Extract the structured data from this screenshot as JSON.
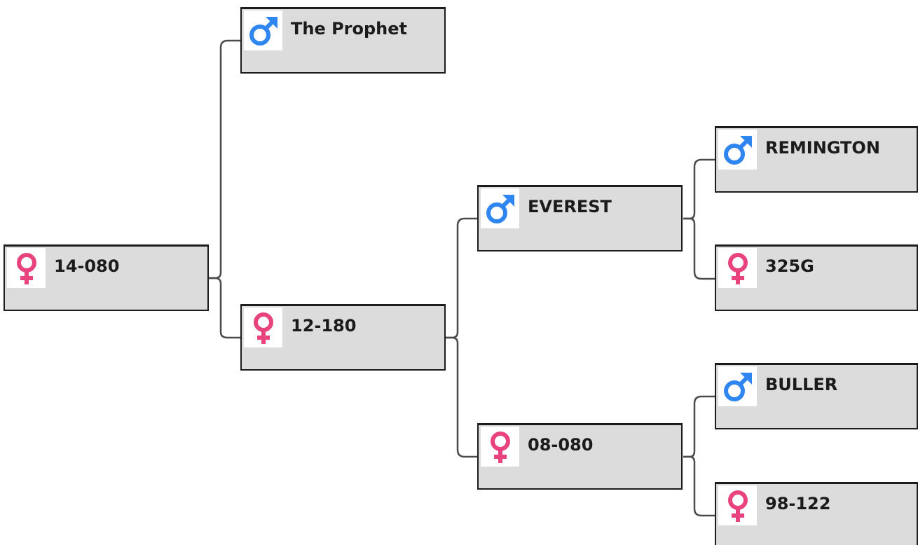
{
  "pedigree": {
    "subject": {
      "name": "14-080",
      "sex": "female",
      "icon": "female-icon"
    },
    "sire": {
      "name": "The Prophet",
      "sex": "male",
      "icon": "male-icon"
    },
    "dam": {
      "name": "12-180",
      "sex": "female",
      "icon": "female-icon"
    },
    "dam_sire": {
      "name": "EVEREST",
      "sex": "male",
      "icon": "male-icon"
    },
    "dam_dam": {
      "name": "08-080",
      "sex": "female",
      "icon": "female-icon"
    },
    "dam_sire_sire": {
      "name": "REMINGTON",
      "sex": "male",
      "icon": "male-icon"
    },
    "dam_sire_dam": {
      "name": "325G",
      "sex": "female",
      "icon": "female-icon"
    },
    "dam_dam_sire": {
      "name": "BULLER",
      "sex": "male",
      "icon": "male-icon"
    },
    "dam_dam_dam": {
      "name": "98-122",
      "sex": "female",
      "icon": "female-icon"
    }
  },
  "colors": {
    "male": "#2f86f0",
    "female": "#e8437e",
    "box_fill": "#dcdcdc",
    "connector": "#4a4a4a"
  }
}
